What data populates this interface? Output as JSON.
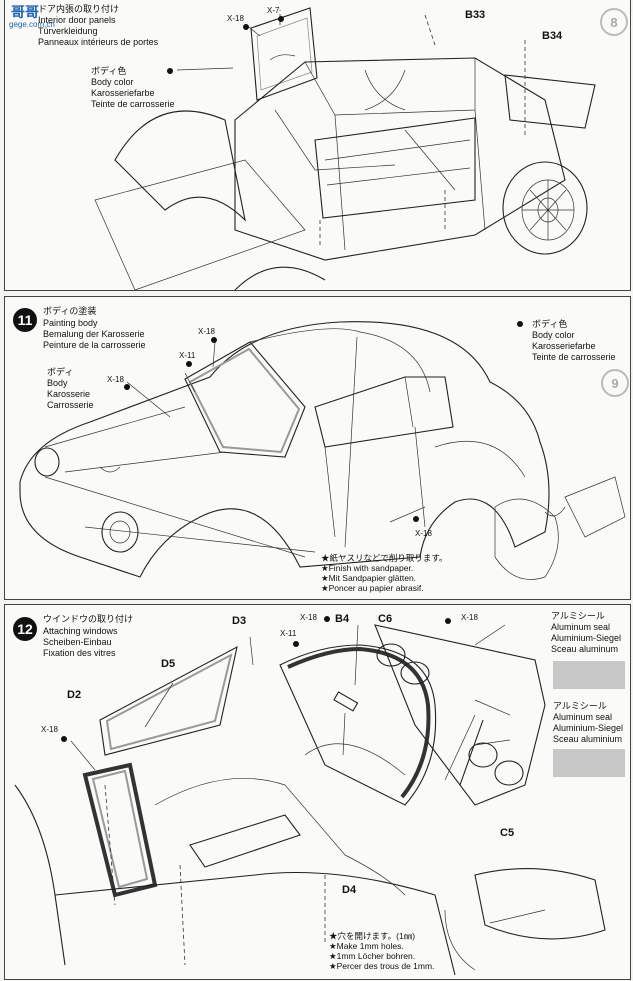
{
  "header": {
    "logo_text": "哥哥",
    "logo_sub": "gege.com.cn",
    "page_footer": ""
  },
  "step_top": {
    "title_jp": "ドア内張の取り付け",
    "title_en": "Interior door panels",
    "title_de": "Türverkleidung",
    "title_fr": "Panneaux intérieurs de portes",
    "ghost_number": "8",
    "color_note": {
      "jp": "ボディ色",
      "en": "Body color",
      "de": "Karosseriefarbe",
      "fr": "Teinte de carrosserie"
    },
    "parts": [
      "X-18",
      "X-7",
      "B33",
      "B34"
    ]
  },
  "step11": {
    "number": "11",
    "title_jp": "ボディの塗装",
    "title_en": "Painting body",
    "title_de": "Bemalung der Karosserie",
    "title_fr": "Peinture de la carrosserie",
    "body_note": {
      "jp": "ボディ",
      "en": "Body",
      "de": "Karosserie",
      "fr": "Carrosserie"
    },
    "color_note": {
      "jp": "ボディ色",
      "en": "Body color",
      "de": "Karosseriefarbe",
      "fr": "Teinte de carrosserie"
    },
    "paints": [
      "X-18",
      "X-11",
      "X-18",
      "X-18"
    ],
    "ghost_number": "9",
    "sand_note": [
      "★紙ヤスリなどで削り取ります。",
      "★Finish with sandpaper.",
      "★Mit Sandpapier glätten.",
      "★Poncer au papier abrasif."
    ]
  },
  "step12": {
    "number": "12",
    "title_jp": "ウインドウの取り付け",
    "title_en": "Attaching windows",
    "title_de": "Scheiben-Einbau",
    "title_fr": "Fixation des vitres",
    "parts": {
      "d3": "D3",
      "d5": "D5",
      "d2": "D2",
      "b4": "B4",
      "c6": "C6",
      "c5": "C5",
      "d4": "D4"
    },
    "paints": {
      "x18_left": "X-18",
      "x18_top": "X-18",
      "x11": "X-11",
      "x18_right": "X-18"
    },
    "seal1": {
      "jp": "アルミシール",
      "en": "Aluminum seal",
      "de": "Aluminium-Siegel",
      "fr": "Sceau aluminum"
    },
    "seal2": {
      "jp": "アルミシール",
      "en": "Aluminum seal",
      "de": "Aluminium-Siegel",
      "fr": "Sceau aluminium"
    },
    "holes_note": [
      "★穴を開けます。(1㎜)",
      "★Make 1mm holes.",
      "★1mm Löcher bohren.",
      "★Percer des trous de 1mm."
    ]
  }
}
